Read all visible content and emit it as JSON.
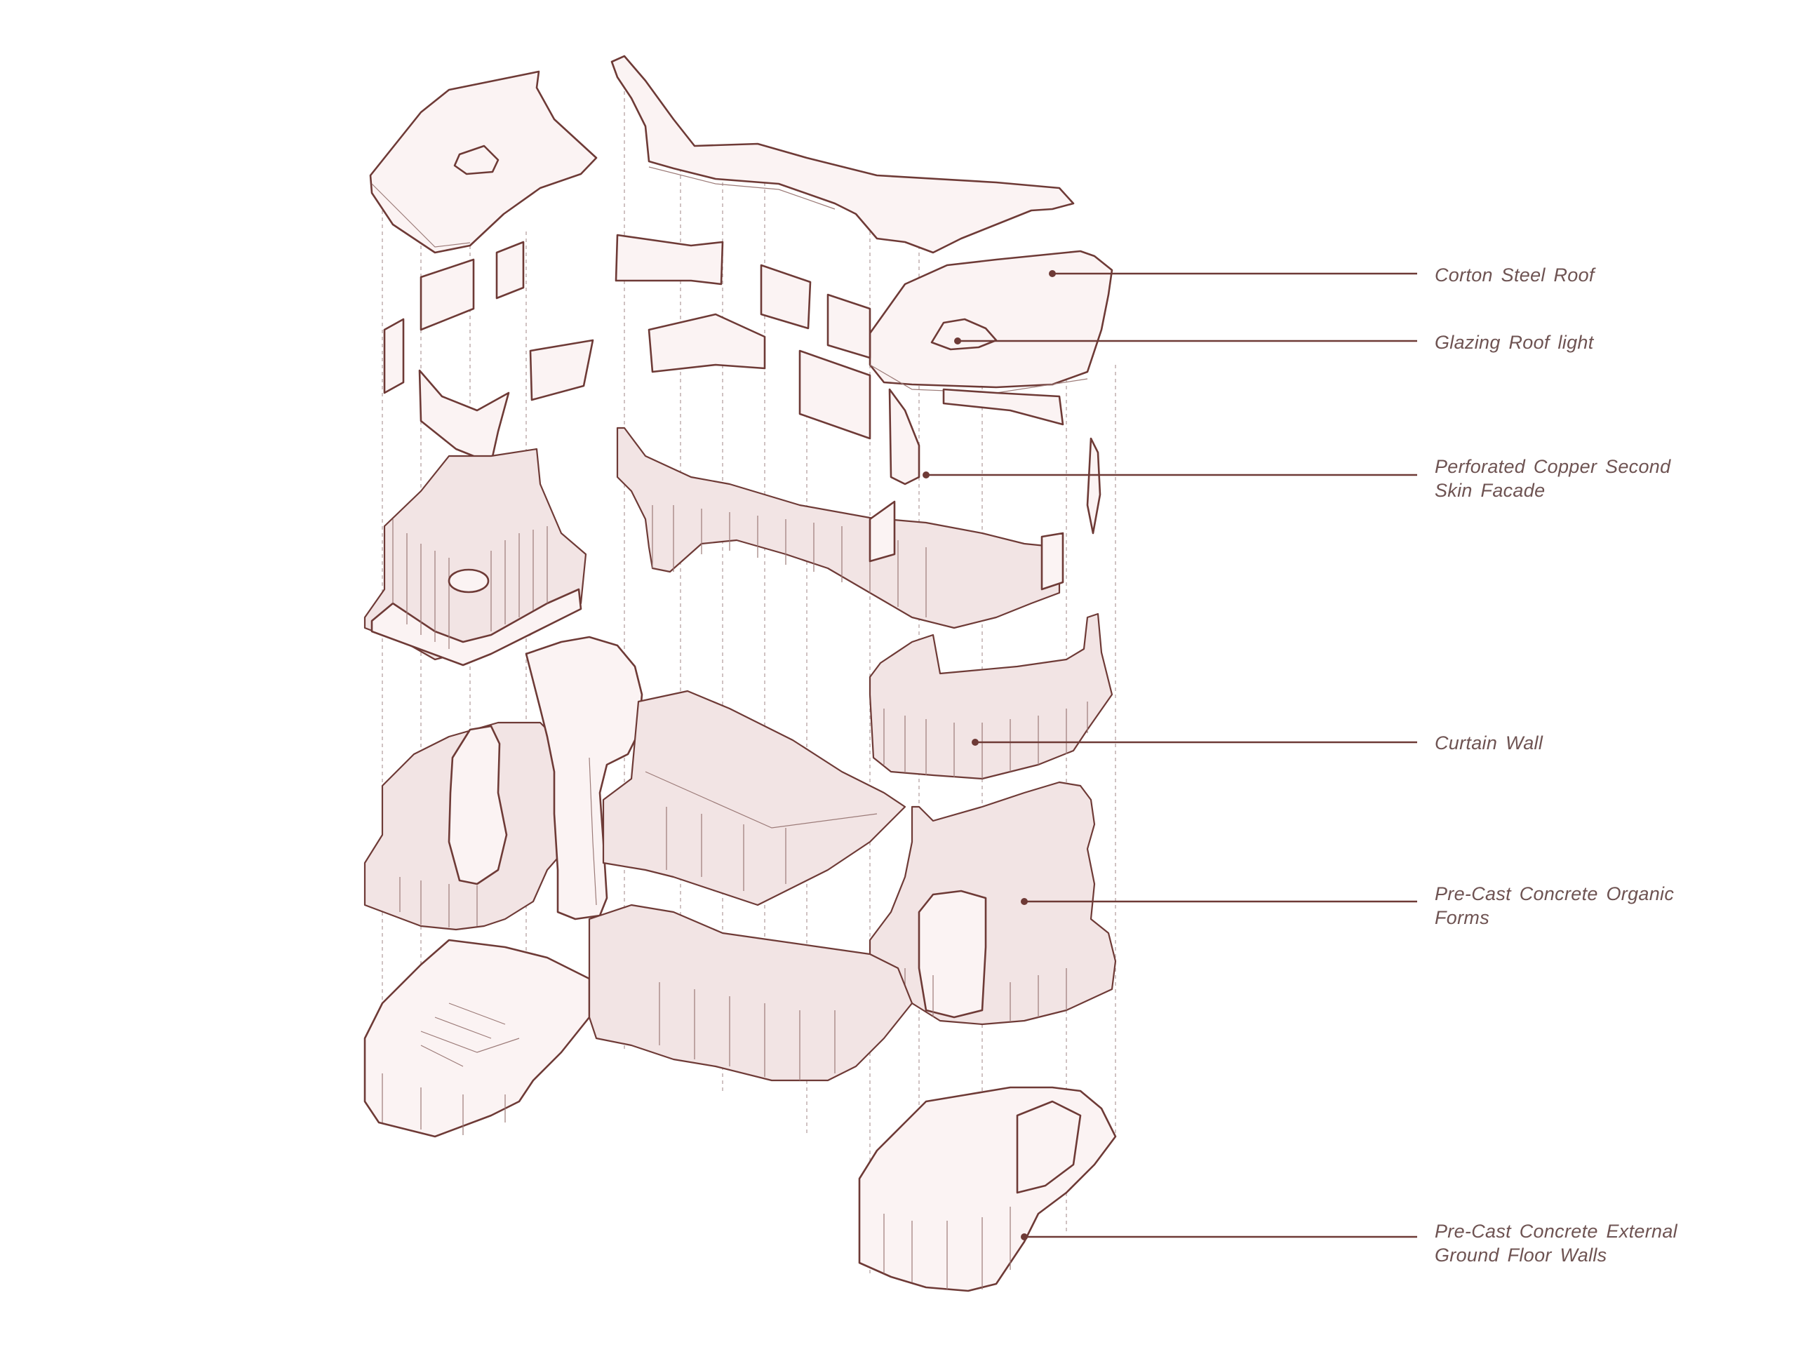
{
  "colors": {
    "line": "#6e3a36",
    "fill": "#fbf3f3",
    "shade": "#f2e4e4",
    "dash": "#bba9a8",
    "label": "#6e5352"
  },
  "callouts": [
    {
      "id": "roof",
      "text": "Corton Steel Roof"
    },
    {
      "id": "glazing",
      "text": "Glazing Roof light"
    },
    {
      "id": "copper",
      "text": "Perforated  Copper  Second\nSkin Facade"
    },
    {
      "id": "curtain",
      "text": "Curtain Wall"
    },
    {
      "id": "organic",
      "text": "Pre-Cast  Concrete  Organic\nForms"
    },
    {
      "id": "external",
      "text": "Pre-Cast Concrete External\nGround Floor Walls"
    }
  ]
}
